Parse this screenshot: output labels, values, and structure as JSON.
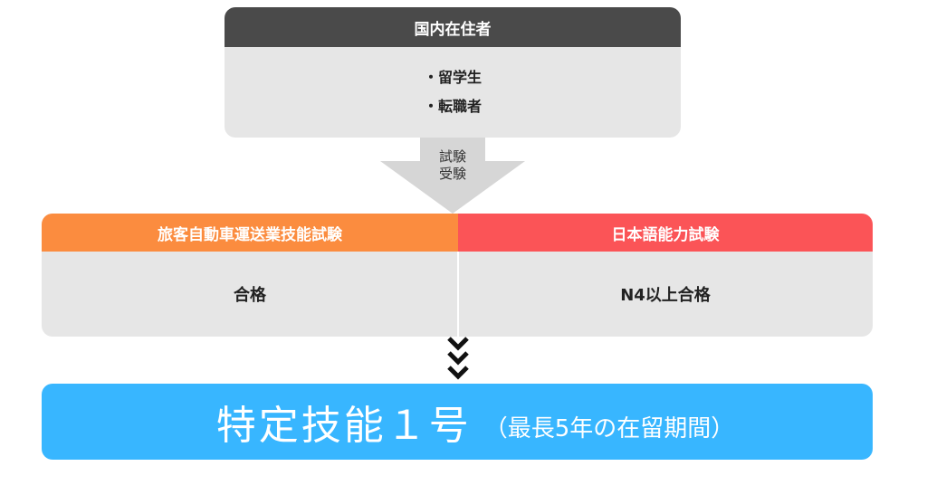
{
  "top": {
    "title": "国内在住者",
    "items": [
      "・留学生",
      "・転職者"
    ],
    "header_color": "#4a4a4a",
    "body_color": "#e6e6e6"
  },
  "arrow": {
    "label_line1": "試験",
    "label_line2": "受験",
    "color": "#d6d6d6"
  },
  "left_exam": {
    "title": "旅客自動車運送業技能試験",
    "result": "合格",
    "color": "#fb8c3f"
  },
  "right_exam": {
    "title": "日本語能力試験",
    "result": "N4以上合格",
    "color": "#fb5457"
  },
  "chevrons": {
    "icon": "triple-chevron-down-icon",
    "color": "#111111"
  },
  "outcome": {
    "title": "特定技能１号",
    "note": "（最長5年の在留期間）",
    "color": "#38b6ff"
  }
}
